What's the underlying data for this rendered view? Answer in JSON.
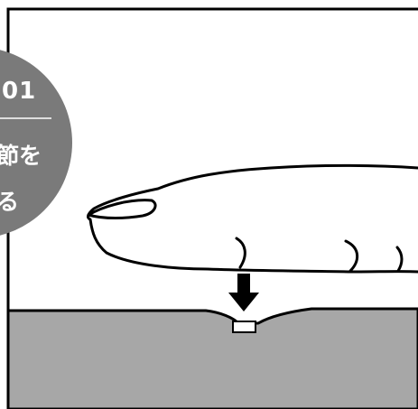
{
  "badge": {
    "step": "01",
    "line1": "節を",
    "line2": "る"
  },
  "colors": {
    "badge_fill": "#7a7a7a",
    "surface_fill": "#a7a7a7",
    "outline": "#000000",
    "background": "#ffffff",
    "badge_divider": "#ffffff"
  },
  "icons": {
    "press_arrow": "arrow-down-icon",
    "contact_point": "pressure-point-icon"
  }
}
